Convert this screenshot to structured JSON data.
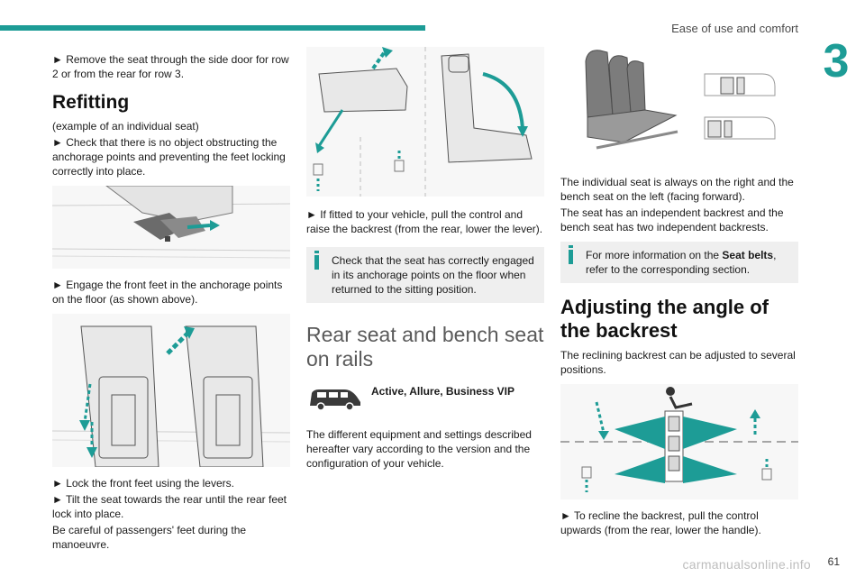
{
  "header": {
    "section_title": "Ease of use and comfort",
    "chapter_number": "3"
  },
  "footer": {
    "page_number": "61",
    "watermark": "carmanualsonline.info"
  },
  "col1": {
    "p_remove": "► Remove the seat through the side door for row 2 or from the rear for row 3.",
    "h_refitting": "Refitting",
    "p_example": "(example of an individual seat)",
    "p_check": "► Check that there is no object obstructing the anchorage points and preventing the feet locking correctly into place.",
    "p_engage": "► Engage the front feet in the anchorage points on the floor (as shown above).",
    "p_lock": "► Lock the front feet using the levers.",
    "p_tilt": "► Tilt the seat towards the rear until the rear feet lock into place.",
    "p_careful": "Be careful of passengers' feet during the manoeuvre."
  },
  "col2": {
    "p_pull": "► If fitted to your vehicle, pull the control and raise the backrest (from the rear, lower the lever).",
    "info_engaged": "Check that the seat has correctly engaged in its anchorage points on the floor when returned to the sitting position.",
    "h_rear": "Rear seat and bench seat on rails",
    "versions": "Active, Allure, Business VIP",
    "p_equipment": "The different equipment and settings described hereafter vary according to the version and the configuration of your vehicle."
  },
  "col3": {
    "p_individual": "The individual seat is always on the right and the bench seat on the left (facing forward).",
    "p_independent": "The seat has an independent backrest and the bench seat has two independent backrests.",
    "info_prefix": "For more information on the ",
    "info_bold": "Seat belts",
    "info_suffix": ", refer to the corresponding section.",
    "h_adjust": "Adjusting the angle of the backrest",
    "p_reclining": "The reclining backrest can be adjusted to several positions.",
    "p_recline": "► To recline the backrest, pull the control upwards (from the rear, lower the handle)."
  },
  "colors": {
    "accent": "#1d9c96",
    "infobox_bg": "#efefef"
  }
}
